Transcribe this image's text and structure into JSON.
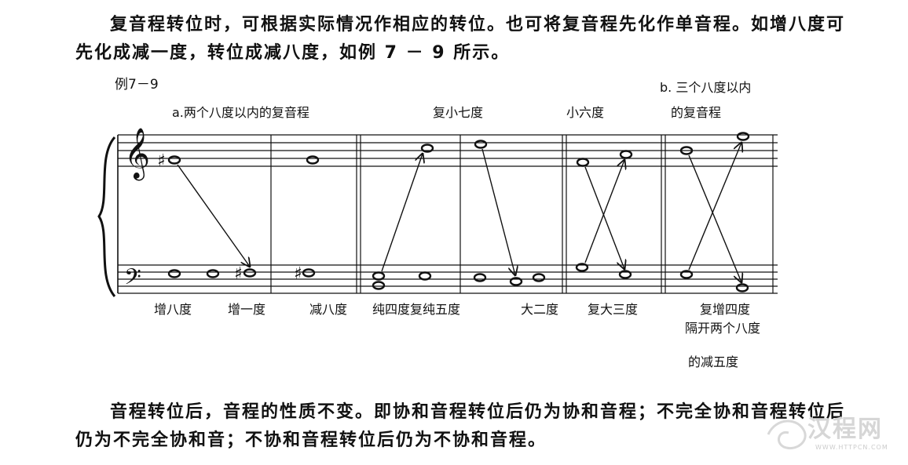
{
  "paragraph_top": "复音程转位时，可根据实际情况作相应的转位。也可将复音程先化作单音程。如增八度可先化成减一度，转位成减八度，如例 7 － 9 所示。",
  "example_label": "例7－9",
  "labels": {
    "section_a": "a.两个八度以内的复音程",
    "section_b_line1": "b. 三个八度以内",
    "section_b_line2": "的复音程",
    "minor_seventh": "复小七度",
    "minor_sixth": "小六度",
    "aug_octave": "增八度",
    "dim_unison": "增一度",
    "dim_octave": "减八度",
    "p4_compound_p5": "纯四度复纯五度",
    "major_second": "大二度",
    "compound_major_third": "复大三度",
    "compound_aug_fourth": "复增四度",
    "two_octaves_apart": "隔开两个八度",
    "dim_fifth": "的减五度"
  },
  "paragraph_bottom": "音程转位后，音程的性质不变。即协和音程转位后仍为协和音程；不完全协和音程转位后仍为不完全协和音；不协和音程转位后仍为不协和音程。",
  "watermark": {
    "text": "汉程网",
    "url": "WWW.HTTPCN.COM"
  }
}
